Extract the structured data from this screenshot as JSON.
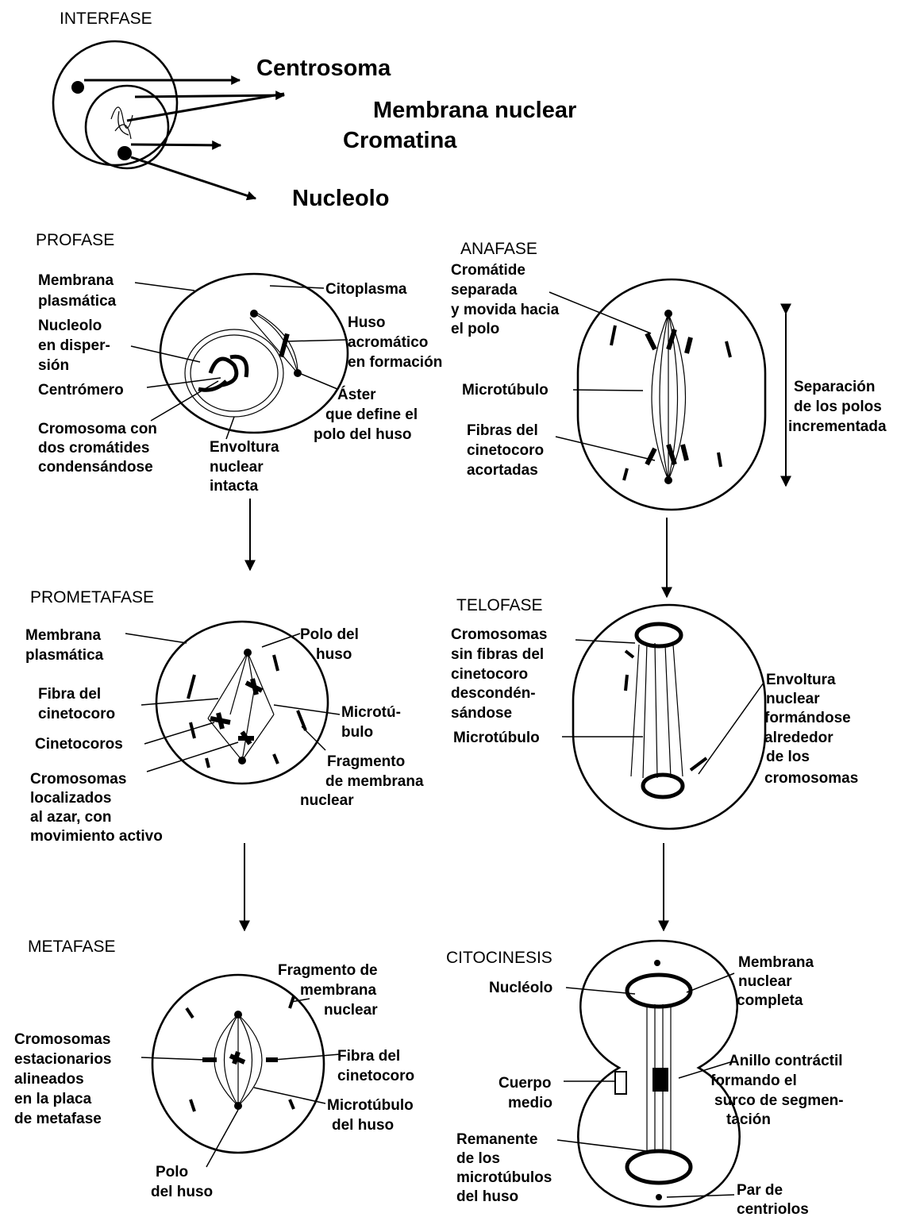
{
  "interfase": {
    "title": "INTERFASE",
    "labels": [
      "Centrosoma",
      "Membrana nuclear",
      "Cromatina",
      "Nucleolo"
    ]
  },
  "profase": {
    "title": "PROFASE",
    "labels": [
      "Membrana",
      "plasmática",
      "Nucleolo",
      "en disper-",
      "sión",
      "Centrómero",
      "Cromosoma con",
      "dos cromátides",
      "condensándose",
      "Citoplasma",
      "Huso",
      "acromático",
      "en formación",
      "Áster",
      "que define el",
      "polo del huso",
      "Envoltura",
      "nuclear",
      "intacta"
    ]
  },
  "anafase": {
    "title": "ANAFASE",
    "labels": [
      "Cromátide",
      "separada",
      "y movida hacia",
      "el polo",
      "Microtúbulo",
      "Fibras del",
      "cinetocoro",
      "acortadas",
      "Separación",
      "de los polos",
      "incrementada"
    ]
  },
  "prometafase": {
    "title": "PROMETAFASE",
    "labels": [
      "Membrana",
      "plasmática",
      "Fibra del",
      "cinetocoro",
      "Cinetocoros",
      "Cromosomas",
      "localizados",
      "al azar, con",
      "movimiento activo",
      "Polo del",
      "huso",
      "Microtú-",
      "bulo",
      "Fragmento",
      "de membrana",
      "nuclear"
    ]
  },
  "telofase": {
    "title": "TELOFASE",
    "labels": [
      "Cromosomas",
      "sin fibras del",
      "cinetocoro",
      "descondén-",
      "sándose",
      "Microtúbulo",
      "Envoltura",
      "nuclear",
      "formándose",
      "alrededor",
      "de los",
      "cromosomas"
    ]
  },
  "metafase": {
    "title": "METAFASE",
    "labels": [
      "Fragmento de",
      "membrana",
      "nuclear",
      "Cromosomas",
      "estacionarios",
      "alineados",
      "en la placa",
      "de metafase",
      "Fibra del",
      "cinetocoro",
      "Microtúbulo",
      "del huso",
      "Polo",
      "del huso"
    ]
  },
  "citocinesis": {
    "title": "CITOCINESIS",
    "labels": [
      "Nucléolo",
      "Membrana",
      "nuclear",
      "completa",
      "Cuerpo",
      "medio",
      "Anillo contráctil",
      "formando el",
      "surco de segmen-",
      "tación",
      "Remanente",
      "de los",
      "microtúbulos",
      "del huso",
      "Par de",
      "centriolos"
    ]
  }
}
